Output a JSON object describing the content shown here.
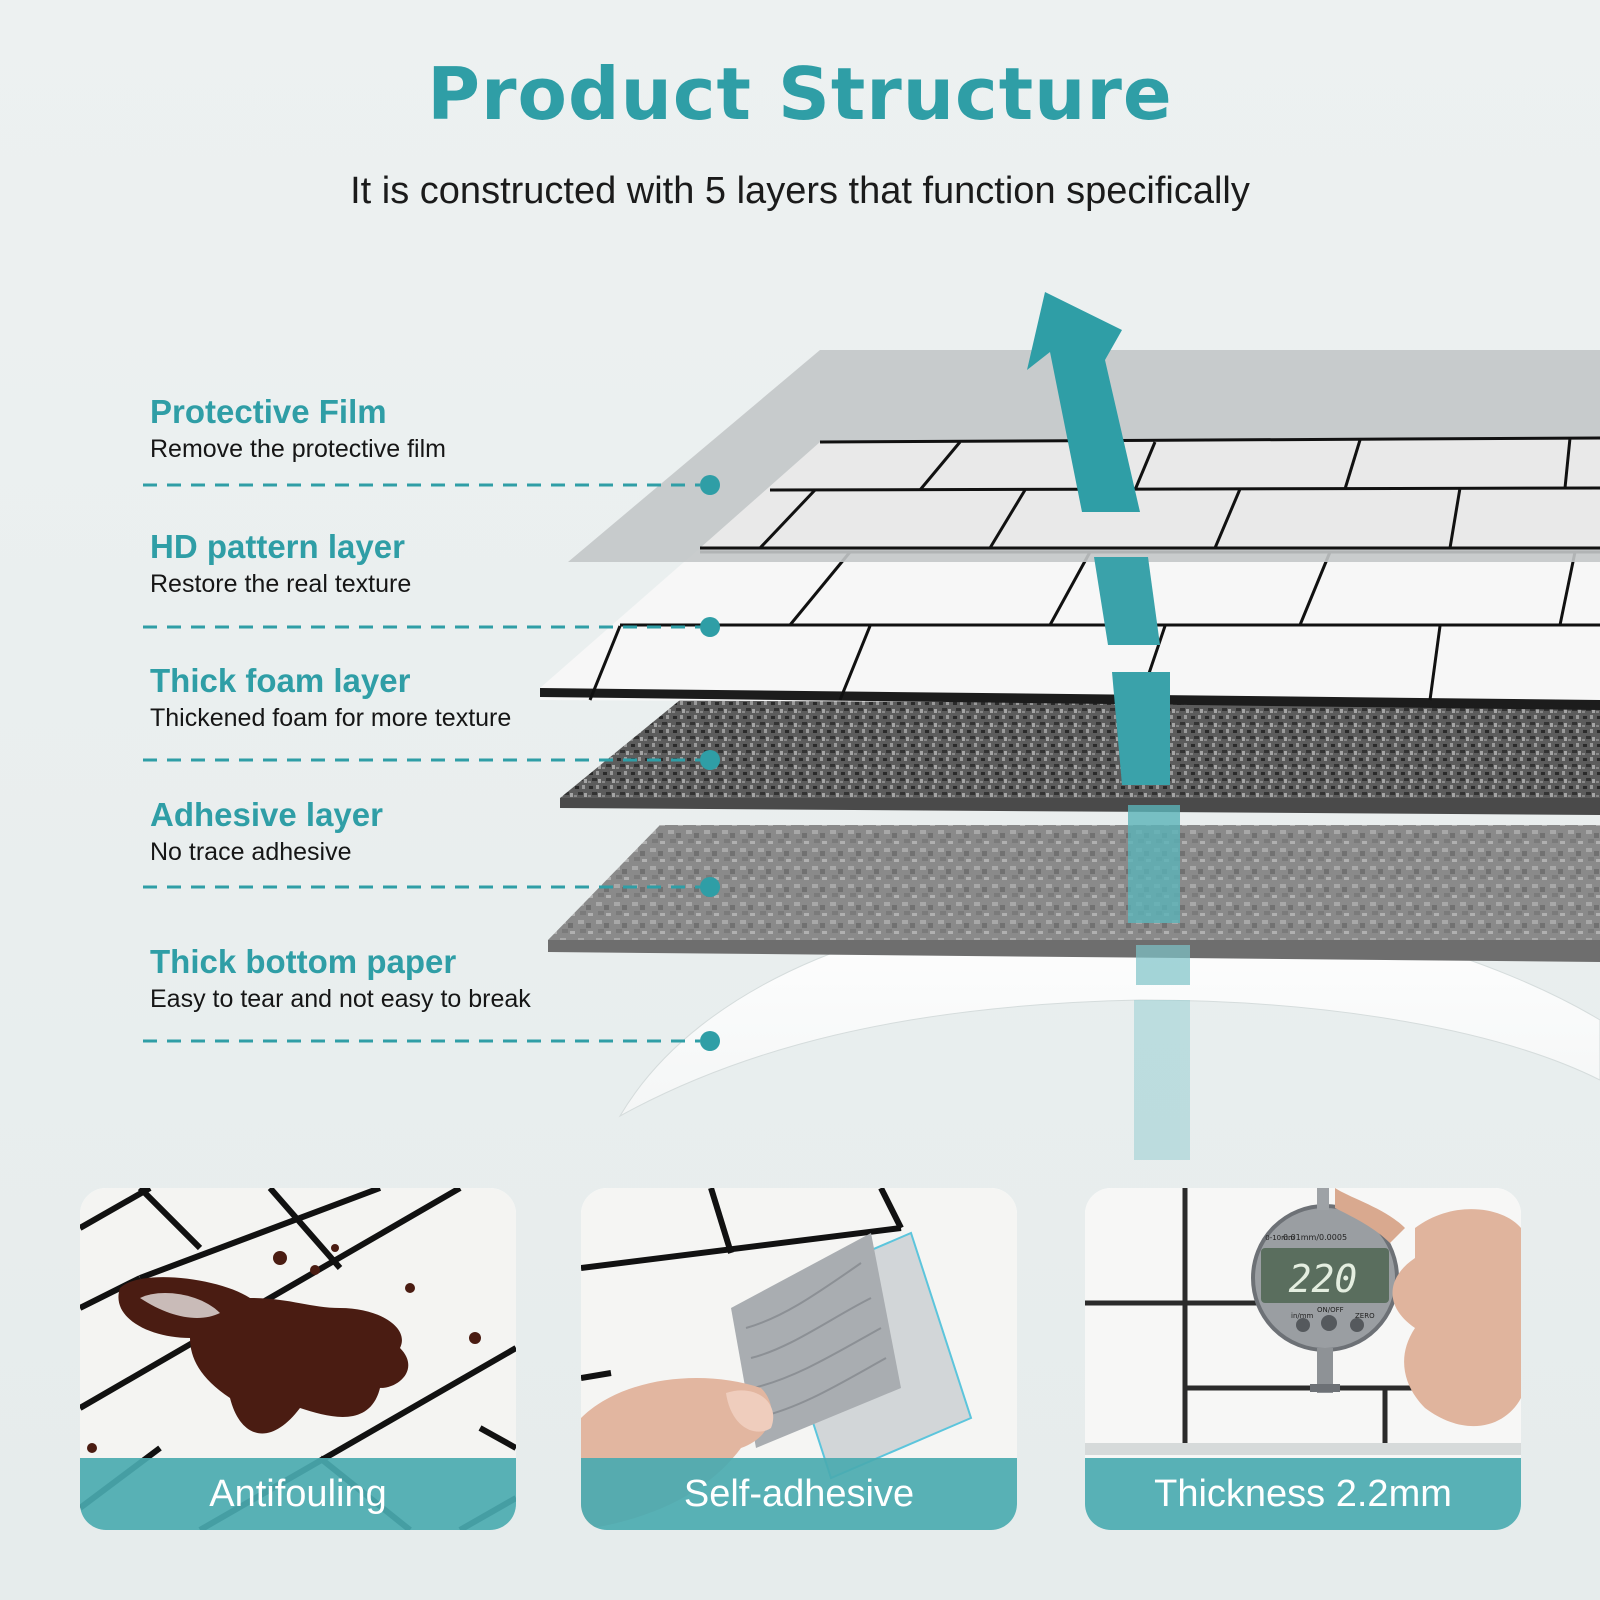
{
  "header": {
    "title": "Product Structure",
    "subtitle": "It is constructed with 5 layers that function specifically"
  },
  "layers": [
    {
      "name": "Protective Film",
      "description": "Remove the protective film"
    },
    {
      "name": "HD pattern layer",
      "description": "Restore the real texture"
    },
    {
      "name": "Thick foam layer",
      "description": "Thickened foam for more texture"
    },
    {
      "name": "Adhesive layer",
      "description": "No trace adhesive"
    },
    {
      "name": "Thick bottom paper",
      "description": "Easy to tear and not easy to break"
    }
  ],
  "features": [
    {
      "caption": "Antifouling"
    },
    {
      "caption": "Self-adhesive"
    },
    {
      "caption": "Thickness 2.2mm"
    }
  ],
  "gauge": {
    "reading": "220",
    "unit_label": "0.01mm/0.0005",
    "range_label": "0-10mm",
    "buttons": [
      "in/mm",
      "ON/OFF",
      "ZERO"
    ]
  },
  "colors": {
    "accent": "#2f9ea6",
    "caption_bg": "#4aaab0",
    "background": "#e9eeee"
  }
}
